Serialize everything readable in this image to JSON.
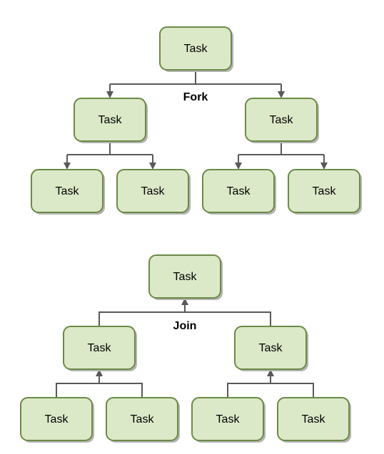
{
  "fork": {
    "label": "Fork",
    "root": "Task",
    "children": [
      {
        "label": "Task",
        "children": [
          "Task",
          "Task"
        ]
      },
      {
        "label": "Task",
        "children": [
          "Task",
          "Task"
        ]
      }
    ]
  },
  "join": {
    "label": "Join",
    "root": "Task",
    "children": [
      {
        "label": "Task",
        "children": [
          "Task",
          "Task"
        ]
      },
      {
        "label": "Task",
        "children": [
          "Task",
          "Task"
        ]
      }
    ]
  },
  "colors": {
    "box_fill": "#dce9c8",
    "box_border": "#6a8a46",
    "connector": "#595959"
  }
}
